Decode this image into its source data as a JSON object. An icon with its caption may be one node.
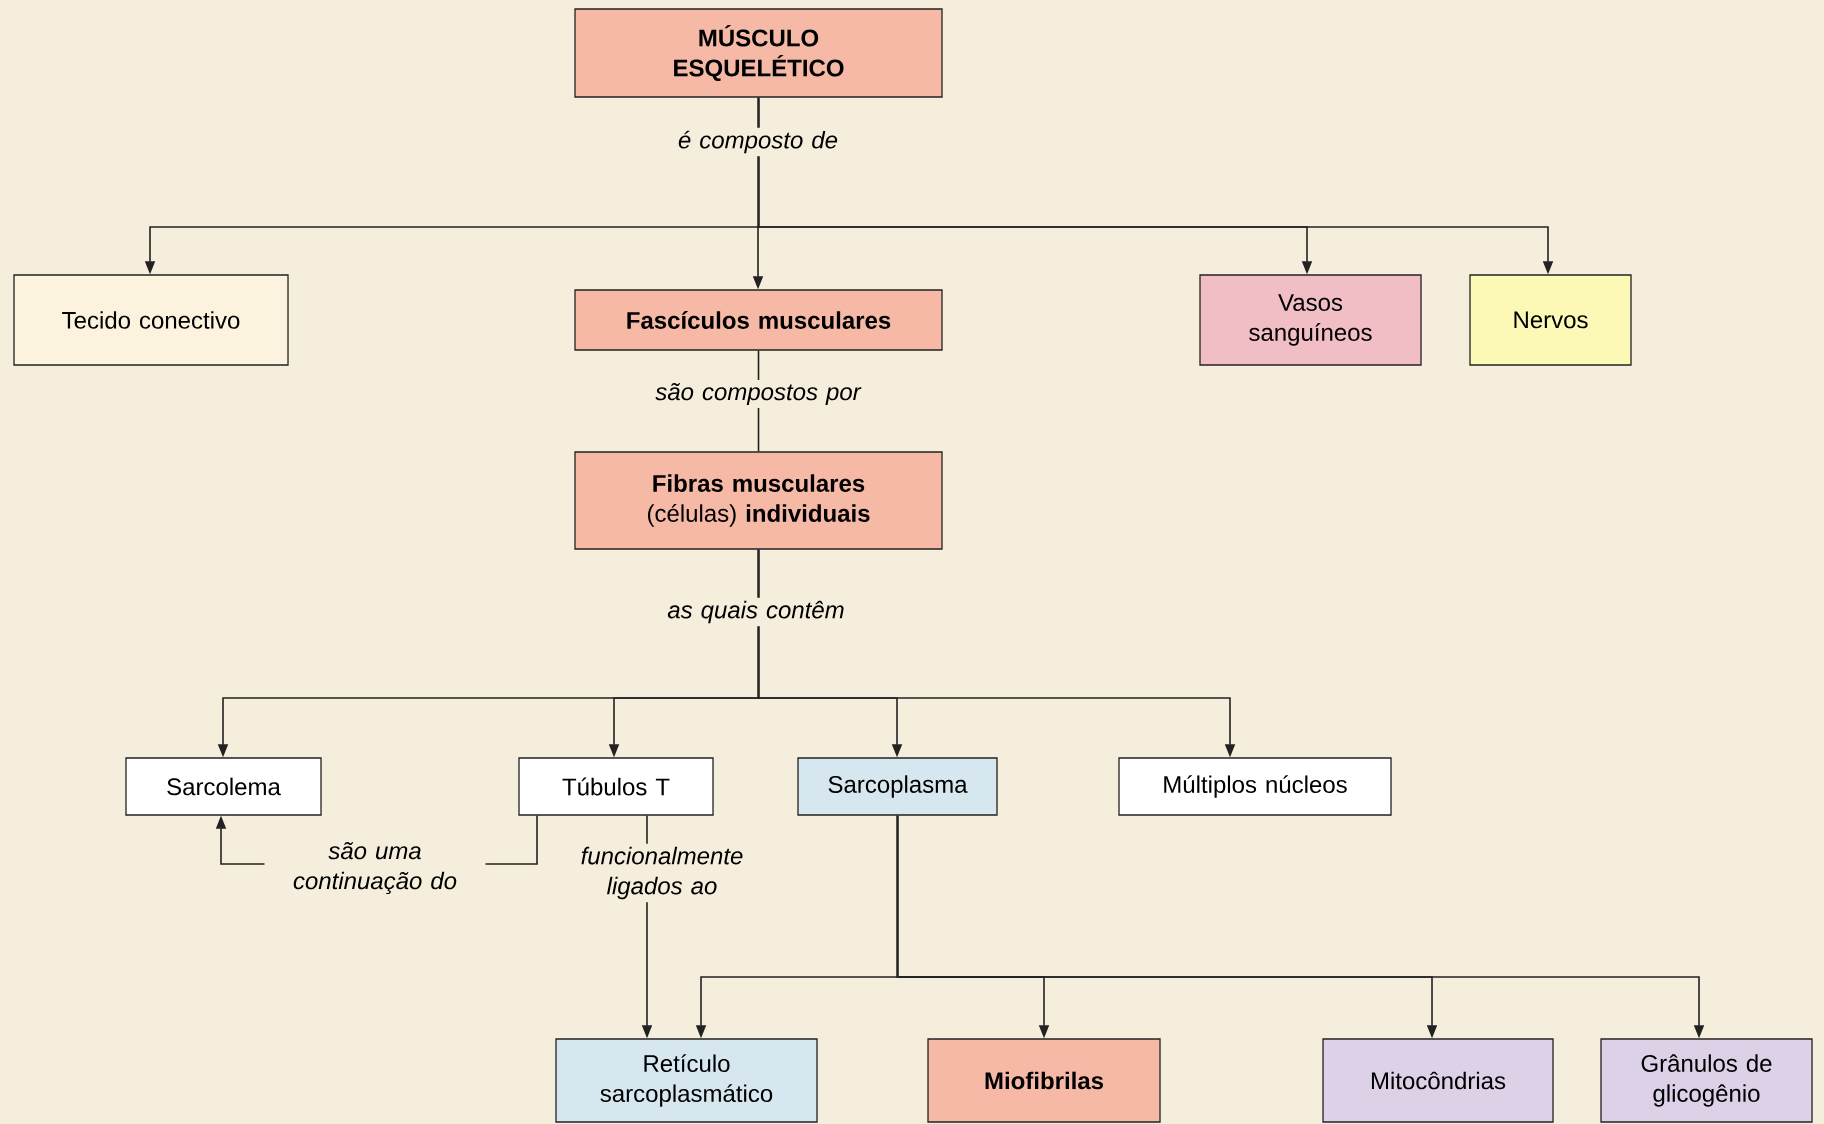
{
  "diagram": {
    "nodes": [
      {
        "text": [
          "MÚSCULO ESQUELÉTICO"
        ]
      },
      {
        "text": [
          "Tecido conectivo"
        ]
      },
      {
        "text": [
          "Fascículos musculares"
        ]
      },
      {
        "text": [
          "Vasos sanguíneos"
        ]
      },
      {
        "text": [
          "Nervos"
        ]
      },
      {
        "text": [
          "**Fibras musculares** (células) **individuais**"
        ]
      },
      {
        "text": [
          "Sarcolema"
        ]
      },
      {
        "text": [
          "Túbulos T"
        ]
      },
      {
        "text": [
          "Sarcoplasma"
        ]
      },
      {
        "text": [
          "Múltiplos núcleos"
        ]
      },
      {
        "text": [
          "Retículo sarcoplasmático"
        ]
      },
      {
        "text": [
          "Miofibrilas"
        ]
      },
      {
        "text": [
          "Mitocôndrias"
        ]
      },
      {
        "text": [
          "Grânulos de glicogênio"
        ]
      }
    ],
    "edges": [
      {
        "from": 0,
        "to": 1,
        "arrow": "to"
      },
      {
        "from": 0,
        "to": 2,
        "arrow": "to",
        "label": "é composto de"
      },
      {
        "from": 0,
        "to": 3,
        "arrow": "to"
      },
      {
        "from": 0,
        "to": 4,
        "arrow": "to"
      },
      {
        "from": 2,
        "to": 5,
        "arrow": "none",
        "label": "são compostos por"
      },
      {
        "from": 5,
        "to": 6,
        "arrow": "to"
      },
      {
        "from": 5,
        "to": 7,
        "arrow": "to"
      },
      {
        "from": 5,
        "to": 8,
        "arrow": "to",
        "label": "as quais contêm"
      },
      {
        "from": 5,
        "to": 9,
        "arrow": "to"
      },
      {
        "from": 7,
        "to": 6,
        "arrow": "to",
        "label": "são uma continuação do"
      },
      {
        "from": 7,
        "to": 10,
        "arrow": "to",
        "label": "funcionalmente ligados ao"
      },
      {
        "from": 8,
        "to": 10,
        "arrow": "to"
      },
      {
        "from": 8,
        "to": 11,
        "arrow": "to"
      },
      {
        "from": 8,
        "to": 12,
        "arrow": "to"
      },
      {
        "from": 8,
        "to": 13,
        "arrow": "to"
      }
    ]
  }
}
